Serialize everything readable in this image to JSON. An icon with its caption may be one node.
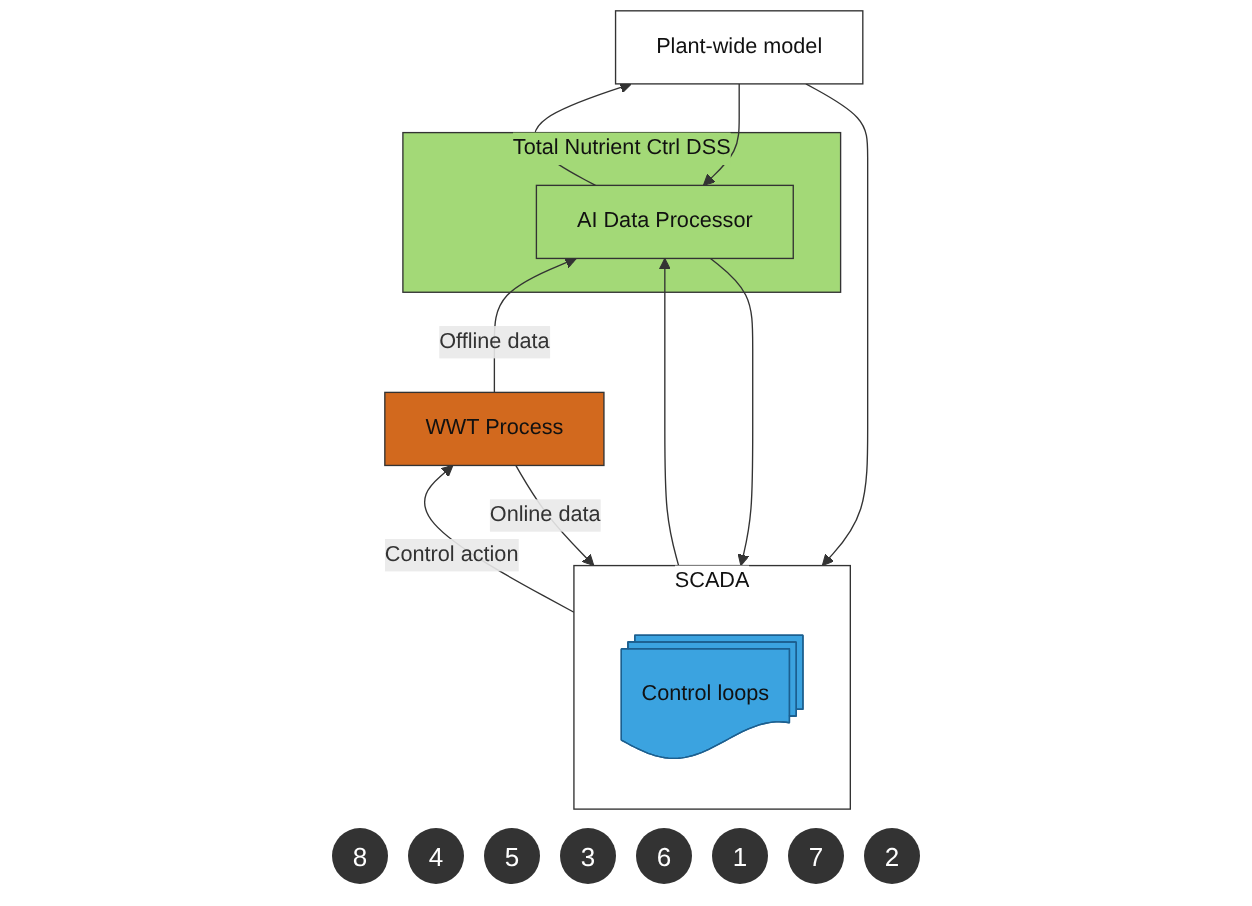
{
  "diagram": {
    "nodes": [
      {
        "text": [
          "Plant-wide model"
        ]
      },
      {
        "text": [
          "Total Nutrient Ctrl DSS"
        ]
      },
      {
        "text": [
          "AI Data Processor"
        ],
        "in": 1
      },
      {
        "text": [
          "SCADA"
        ]
      },
      {
        "text": [
          "Control loops"
        ],
        "in": 3
      },
      {
        "text": [
          "WWT Process"
        ]
      }
    ],
    "edges": [
      {
        "from": 5,
        "to": 3,
        "arrow": "to",
        "label": "Online data"
      },
      {
        "from": 5,
        "to": 2,
        "arrow": "to",
        "label": "Offline data"
      },
      {
        "from": 3,
        "to": 2,
        "arrow": "to"
      },
      {
        "from": 2,
        "to": 0,
        "arrow": "to"
      },
      {
        "from": 0,
        "to": 2,
        "arrow": "to"
      },
      {
        "from": 2,
        "to": 3,
        "arrow": "to"
      },
      {
        "from": 3,
        "to": 5,
        "arrow": "to",
        "label": "Control action"
      },
      {
        "from": 0,
        "to": 3,
        "arrow": "to"
      }
    ],
    "labels": [
      "8",
      "4",
      "5",
      "3",
      "6",
      "1",
      "7",
      "2"
    ]
  }
}
